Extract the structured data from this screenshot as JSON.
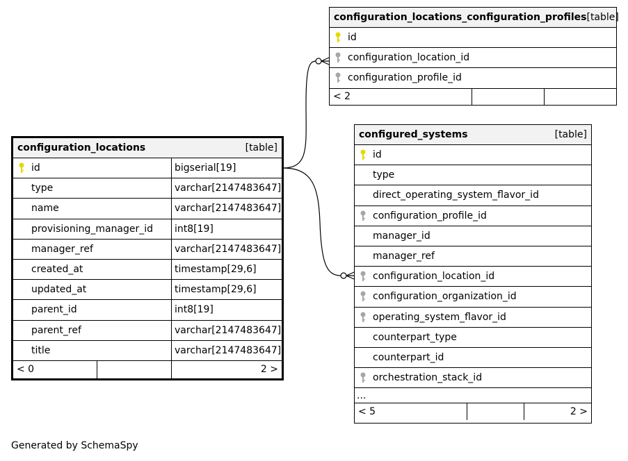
{
  "colors": {
    "primary_key": "#e6d800",
    "foreign_key": "#a6a6a6",
    "header_bg": "#f2f2f2"
  },
  "tables": {
    "ccp": {
      "name": "configuration_locations_configuration_profiles",
      "kind": "[table]",
      "columns": [
        {
          "name": "id",
          "key": "primary"
        },
        {
          "name": "configuration_location_id",
          "key": "foreign"
        },
        {
          "name": "configuration_profile_id",
          "key": "foreign"
        }
      ],
      "footer": {
        "left": "< 2",
        "middle": "",
        "right": ""
      }
    },
    "locations": {
      "name": "configuration_locations",
      "kind": "[table]",
      "columns": [
        {
          "name": "id",
          "type": "bigserial[19]",
          "key": "primary"
        },
        {
          "name": "type",
          "type": "varchar[2147483647]",
          "key": ""
        },
        {
          "name": "name",
          "type": "varchar[2147483647]",
          "key": ""
        },
        {
          "name": "provisioning_manager_id",
          "type": "int8[19]",
          "key": ""
        },
        {
          "name": "manager_ref",
          "type": "varchar[2147483647]",
          "key": ""
        },
        {
          "name": "created_at",
          "type": "timestamp[29,6]",
          "key": ""
        },
        {
          "name": "updated_at",
          "type": "timestamp[29,6]",
          "key": ""
        },
        {
          "name": "parent_id",
          "type": "int8[19]",
          "key": ""
        },
        {
          "name": "parent_ref",
          "type": "varchar[2147483647]",
          "key": ""
        },
        {
          "name": "title",
          "type": "varchar[2147483647]",
          "key": ""
        }
      ],
      "footer": {
        "left": "< 0",
        "middle": "",
        "right": "2 >"
      }
    },
    "systems": {
      "name": "configured_systems",
      "kind": "[table]",
      "columns": [
        {
          "name": "id",
          "key": "primary"
        },
        {
          "name": "type",
          "key": ""
        },
        {
          "name": "direct_operating_system_flavor_id",
          "key": ""
        },
        {
          "name": "configuration_profile_id",
          "key": "foreign"
        },
        {
          "name": "manager_id",
          "key": ""
        },
        {
          "name": "manager_ref",
          "key": ""
        },
        {
          "name": "configuration_location_id",
          "key": "foreign"
        },
        {
          "name": "configuration_organization_id",
          "key": "foreign"
        },
        {
          "name": "operating_system_flavor_id",
          "key": "foreign"
        },
        {
          "name": "counterpart_type",
          "key": ""
        },
        {
          "name": "counterpart_id",
          "key": ""
        },
        {
          "name": "orchestration_stack_id",
          "key": "foreign"
        }
      ],
      "more": "...",
      "footer": {
        "left": "< 5",
        "middle": "",
        "right": "2 >"
      }
    }
  },
  "footer_note": "Generated by SchemaSpy"
}
